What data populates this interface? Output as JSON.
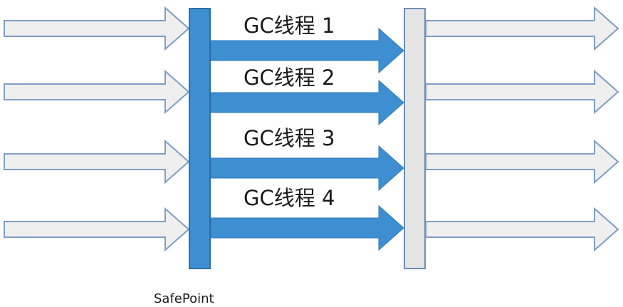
{
  "colors": {
    "app_arrow_fill": "#efefef",
    "app_arrow_stroke": "#7f9dc6",
    "gc_arrow_fill": "#3d8fd2",
    "gc_arrow_stroke": "#2f79b9",
    "safepoint_bar_fill": "#3d8fd2",
    "safepoint_bar_stroke": "#2f6fa8",
    "end_bar_fill": "#e4e4e4",
    "end_bar_stroke": "#6f8fb8"
  },
  "gc_threads": [
    {
      "label": "GC线程 1"
    },
    {
      "label": "GC线程 2"
    },
    {
      "label": "GC线程 3"
    },
    {
      "label": "GC线程 4"
    }
  ],
  "app_thread_count": 4,
  "safepoint_label": "SafePoint"
}
